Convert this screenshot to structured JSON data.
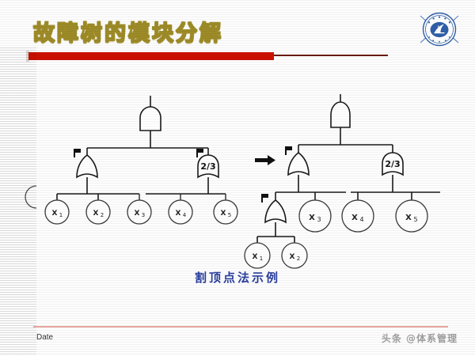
{
  "slide": {
    "title": "故障树的模块分解",
    "caption": "割顶点法示例",
    "accent_red": "#cc1100",
    "title_outline": "#a89433",
    "caption_color": "#2b3f9e",
    "footer_rule_color": "#e8a6a0"
  },
  "logo": {
    "name": "university-emblem",
    "ring_color": "#2f5fa8",
    "inner_color": "#2f5fa8"
  },
  "transform_arrow": {
    "glyph": "→",
    "label": "transform-arrow"
  },
  "left_tree": {
    "label": "original-fault-tree",
    "top_gate": {
      "type": "and",
      "label": "AND"
    },
    "gates": [
      {
        "type": "or",
        "label": "OR",
        "marker": "cut-vertex-flag"
      },
      {
        "type": "vote",
        "label": "2/3",
        "marker": "cut-vertex-flag"
      }
    ],
    "events": [
      {
        "label": "X",
        "sub": "1"
      },
      {
        "label": "X",
        "sub": "2"
      },
      {
        "label": "X",
        "sub": "3"
      },
      {
        "label": "X",
        "sub": "4"
      },
      {
        "label": "X",
        "sub": "5"
      }
    ]
  },
  "right_tree": {
    "label": "decomposed-fault-tree",
    "top_gate": {
      "type": "and",
      "label": "AND"
    },
    "gates": [
      {
        "type": "or",
        "label": "OR",
        "marker": "cut-vertex-flag"
      },
      {
        "type": "vote",
        "label": "2/3",
        "marker": "none"
      },
      {
        "type": "or",
        "label": "OR",
        "marker": "cut-vertex-flag"
      }
    ],
    "events": [
      {
        "label": "X",
        "sub": "3"
      },
      {
        "label": "X",
        "sub": "4"
      },
      {
        "label": "X",
        "sub": "5"
      },
      {
        "label": "X",
        "sub": "1"
      },
      {
        "label": "X",
        "sub": "2"
      }
    ]
  },
  "footer": {
    "date_label": "Date",
    "watermark": "头条 @体系管理"
  }
}
